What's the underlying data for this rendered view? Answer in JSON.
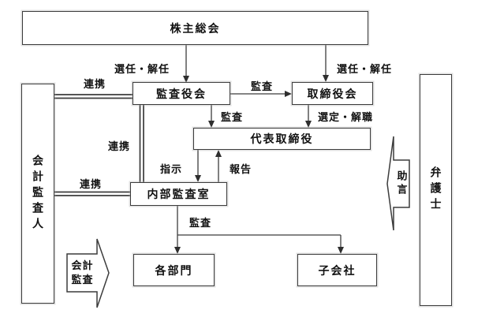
{
  "diagram": {
    "background": "#ffffff",
    "line_color": "#3c3c3c",
    "nodes": {
      "shareholders": "株主総会",
      "audit_board": "監査役会",
      "board_of_directors": "取締役会",
      "representative_director": "代表取締役",
      "internal_audit_office": "内部監査室",
      "departments": "各部門",
      "subsidiary": "子会社",
      "accounting_auditor": "会計監査人",
      "lawyer": "弁護士"
    },
    "labels": {
      "appoint_dismiss_left": "選任・解任",
      "appoint_dismiss_right": "選任・解任",
      "audit_to_directors": "監査",
      "cooperation_top": "連携",
      "audit_to_representative": "監査",
      "select_discharge": "選定・解職",
      "cooperation_mid": "連携",
      "instruction": "指示",
      "report": "報告",
      "cooperation_bottom": "連携",
      "audit_bottom": "監査",
      "advice": "助言",
      "accounting_audit_line1": "会計",
      "accounting_audit_line2": "監査"
    }
  }
}
